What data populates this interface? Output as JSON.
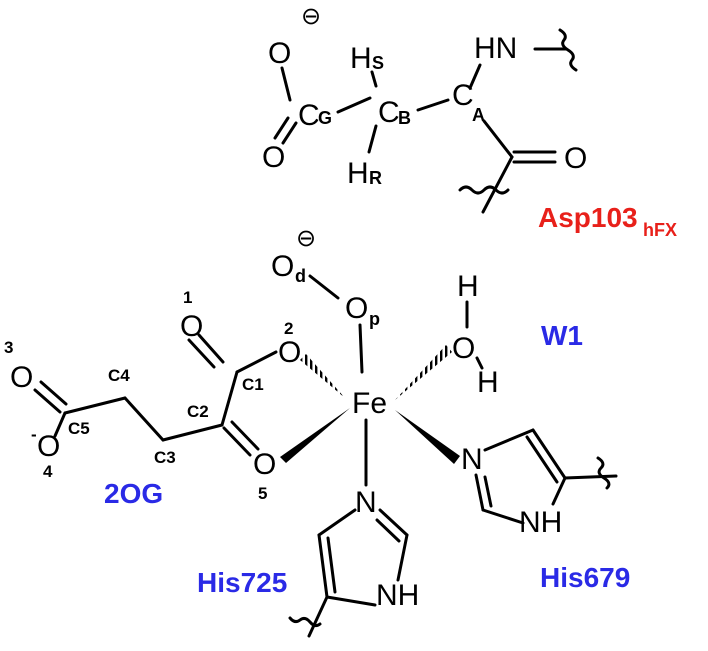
{
  "colors": {
    "residue_label": "#e8201a",
    "ligand_label": "#2a2ae6",
    "bond": "#000000"
  },
  "asp": {
    "label": "Asp103",
    "label_sub": "hFX",
    "o_top": "O",
    "o_bottom": "O",
    "charge": "⊖",
    "c_g": "C",
    "c_g_sub": "G",
    "c_b": "C",
    "c_b_sub": "B",
    "c_a": "C",
    "c_a_sub": "A",
    "hs": "H",
    "hs_sub": "S",
    "hr": "H",
    "hr_sub": "R",
    "hn": "HN",
    "o_carbonyl": "O"
  },
  "superoxo": {
    "od": "O",
    "od_sub": "d",
    "op": "O",
    "op_sub": "p",
    "charge": "⊖"
  },
  "fe": "Fe",
  "water": {
    "label": "W1",
    "o": "O",
    "h1": "H",
    "h2": "H"
  },
  "og": {
    "label": "2OG",
    "o1": "O",
    "o2": "O",
    "o3": "O",
    "o4": "O",
    "o5": "O",
    "n1": "1",
    "n2": "2",
    "n3": "3",
    "n4": "4",
    "n5": "5",
    "c1": "C1",
    "c2": "C2",
    "c3": "C3",
    "c4": "C4",
    "c5": "C5",
    "minus": "-"
  },
  "his679": {
    "label": "His679",
    "n": "N",
    "nh": "NH"
  },
  "his725": {
    "label": "His725",
    "n": "N",
    "nh": "NH"
  }
}
